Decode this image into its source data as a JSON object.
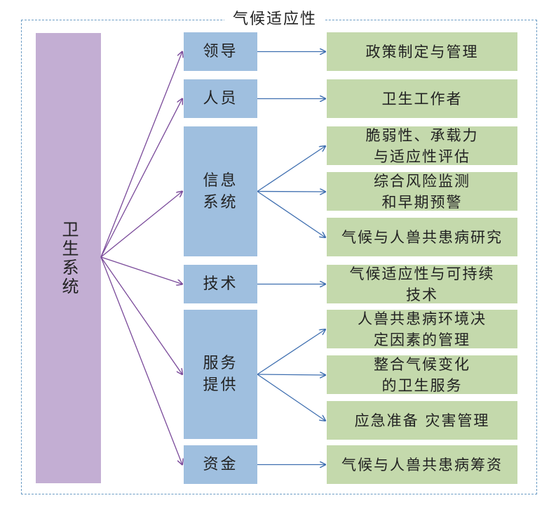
{
  "title": "气候适应性",
  "root": "卫生系统",
  "categories": [
    {
      "id": "leadership",
      "label": "领导",
      "items": [
        {
          "id": "policy",
          "label": "政策制定与管理"
        }
      ]
    },
    {
      "id": "people",
      "label": "人员",
      "items": [
        {
          "id": "workers",
          "label": "卫生工作者"
        }
      ]
    },
    {
      "id": "info",
      "label": "信息系统",
      "items": [
        {
          "id": "vulnerability",
          "label": "脆弱性、承载力与适应性评估"
        },
        {
          "id": "monitoring",
          "label": "综合风险监测和早期预警"
        },
        {
          "id": "research",
          "label": "气候与人兽共患病研究"
        }
      ]
    },
    {
      "id": "technology",
      "label": "技术",
      "items": [
        {
          "id": "tech",
          "label": "气候适应性与可持续技术"
        }
      ]
    },
    {
      "id": "service",
      "label": "服务提供",
      "items": [
        {
          "id": "determinants",
          "label": "人兽共患病环境决定因素的管理"
        },
        {
          "id": "integrated",
          "label": "整合气候变化的卫生服务"
        },
        {
          "id": "emergency",
          "label": "应急准备 灾害管理"
        }
      ]
    },
    {
      "id": "funding",
      "label": "资金",
      "items": [
        {
          "id": "financing",
          "label": "气候与人兽共患病筹资"
        }
      ]
    }
  ],
  "colors": {
    "root_fill": "#c3aed3",
    "category_fill": "#9fbfdf",
    "item_fill": "#c4d9ac",
    "root_arrow": "#7a4a9a",
    "item_arrow": "#3f6fb0",
    "frame_border": "#6a9bc4"
  }
}
